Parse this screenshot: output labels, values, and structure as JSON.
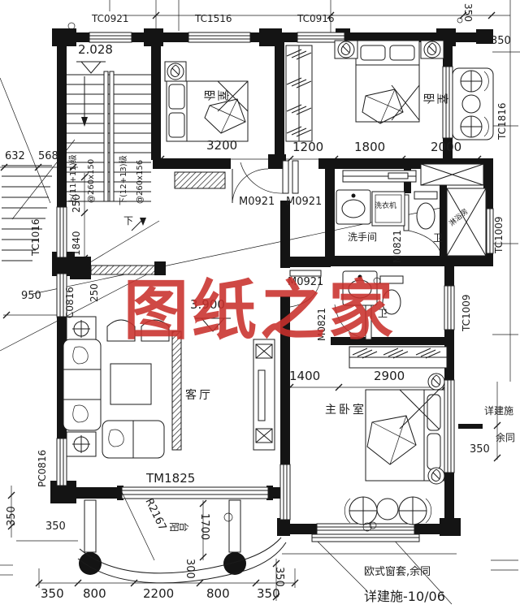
{
  "watermark": "图纸之家",
  "rooms": {
    "bedroom1": "卧室",
    "bedroom2": "卧室",
    "master": "主卧室",
    "living": "客厅",
    "balcony": "阳台",
    "washroom": "洗手间",
    "laundry": "洗衣机",
    "shower": "淋浴房",
    "wc_upper": "卫",
    "wc_lower": "卫"
  },
  "levels": {
    "upper": "2.028",
    "main": "3.900"
  },
  "windows": {
    "tc0921": "TC0921",
    "tc1516": "TC1516",
    "tc0916": "TC0916",
    "tc1816": "TC1816",
    "tc1016": "TC1016",
    "c0816": "C0816",
    "pc0816": "PC0816",
    "tc1009a": "TC1009",
    "tc1009b": "TC1009"
  },
  "doors": {
    "m0921a": "M0921",
    "m0921b": "M0921",
    "m0921c": "M0921",
    "m0821a": "M0821",
    "m0821b": "M0821",
    "tm1825": "TM1825"
  },
  "stairs": {
    "up_flight": "上(11+11)级",
    "up_step": "@260x150",
    "down_flight": "下(12+13)级",
    "down_step": "@260x156",
    "down_mark": "下"
  },
  "dims": {
    "d3200": "3200",
    "d1200": "1200",
    "d1800": "1800",
    "d2000": "2000",
    "d1400": "1400",
    "d2900": "2900",
    "d632": "632",
    "d568": "568",
    "d950": "950",
    "d1840": "1840",
    "d250a": "250",
    "d250b": "250",
    "bottom": [
      "350",
      "800",
      "2200",
      "800",
      "350"
    ],
    "d1700": "1700",
    "d300": "300",
    "tr350v": "350",
    "tr350h": "350",
    "bl350v": "350",
    "bl350h": "350",
    "balc350": "350",
    "right350": "350"
  },
  "notes": {
    "radius": "R2167",
    "window_trim": "欧式窗套,余同",
    "detail_ref": "详建施-10/06",
    "detail": "详建施",
    "same": "余同"
  }
}
